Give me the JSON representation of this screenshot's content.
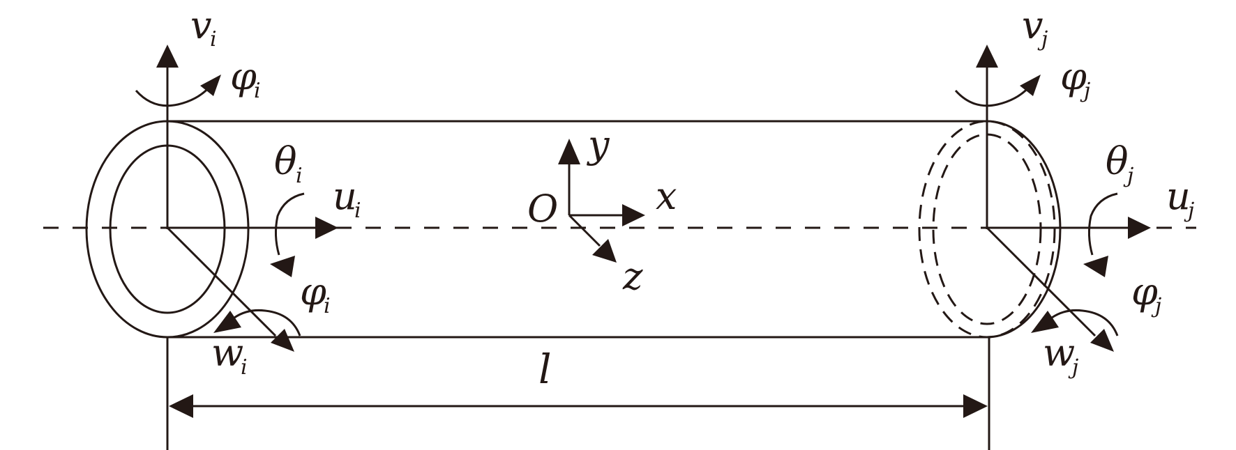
{
  "labels": {
    "vi": {
      "main": "v",
      "sub": "i"
    },
    "phi_i": {
      "main": "φ",
      "sub": "i"
    },
    "theta_i": {
      "main": "θ",
      "sub": "i"
    },
    "ui": {
      "main": "u",
      "sub": "i"
    },
    "varphi_i": {
      "main": "φ",
      "sub": "i"
    },
    "wi": {
      "main": "w",
      "sub": "i"
    },
    "vj": {
      "main": "v",
      "sub": "j"
    },
    "phi_j": {
      "main": "φ",
      "sub": "j"
    },
    "theta_j": {
      "main": "θ",
      "sub": "j"
    },
    "uj": {
      "main": "u",
      "sub": "j"
    },
    "varphi_j": {
      "main": "φ",
      "sub": "j"
    },
    "wj": {
      "main": "w",
      "sub": "j"
    },
    "origin": "O",
    "axis_x": "x",
    "axis_y": "y",
    "axis_z": "z",
    "length": "l"
  }
}
